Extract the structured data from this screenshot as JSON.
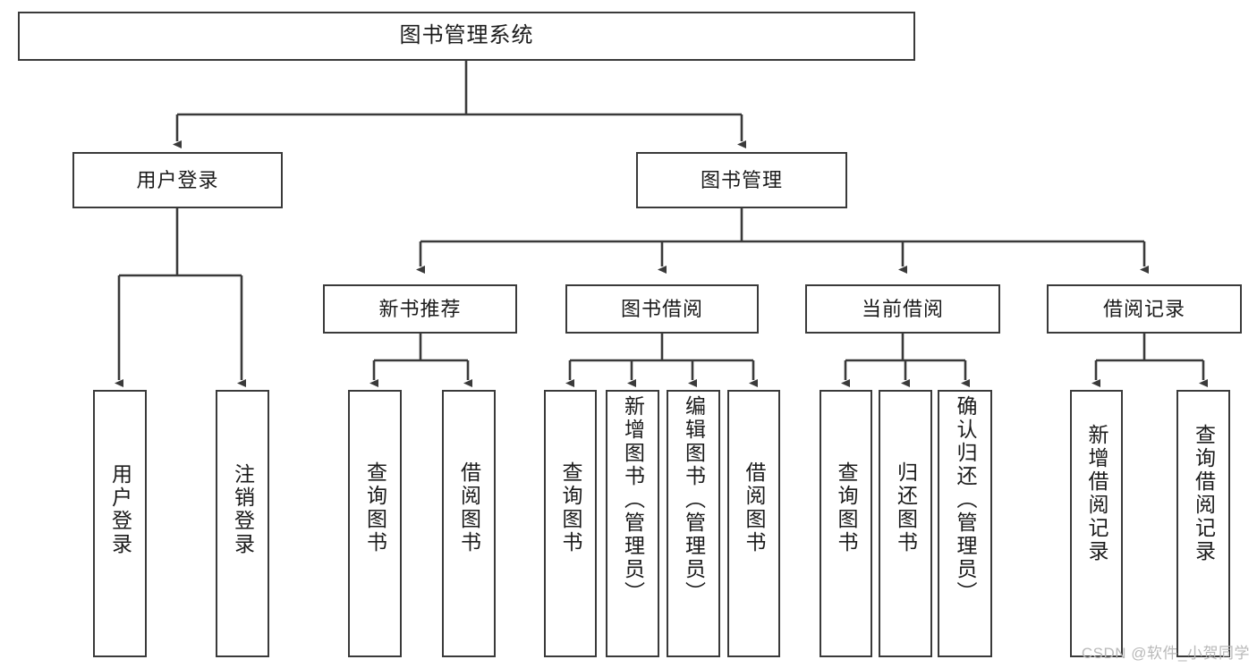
{
  "diagram": {
    "type": "tree-hierarchy",
    "title_node": {
      "id": "root",
      "label": "图书管理系统"
    },
    "level2": [
      {
        "id": "user-login",
        "label": "用户登录"
      },
      {
        "id": "book-management",
        "label": "图书管理"
      }
    ],
    "level3": [
      {
        "id": "new-book-recommend",
        "label": "新书推荐"
      },
      {
        "id": "book-borrow",
        "label": "图书借阅"
      },
      {
        "id": "current-borrow",
        "label": "当前借阅"
      },
      {
        "id": "borrow-record",
        "label": "借阅记录"
      }
    ],
    "leaves": {
      "user_login": [
        {
          "id": "leaf-user-login",
          "label": "用户登录"
        },
        {
          "id": "leaf-logout",
          "label": "注销登录"
        }
      ],
      "new_book_recommend": [
        {
          "id": "leaf-query-book-1",
          "label": "查询图书"
        },
        {
          "id": "leaf-borrow-book-1",
          "label": "借阅图书"
        }
      ],
      "book_borrow": [
        {
          "id": "leaf-query-book-2",
          "label": "查询图书"
        },
        {
          "id": "leaf-add-book",
          "label": "新增图书（管理员）"
        },
        {
          "id": "leaf-edit-book",
          "label": "编辑图书（管理员）"
        },
        {
          "id": "leaf-borrow-book-2",
          "label": "借阅图书"
        }
      ],
      "current_borrow": [
        {
          "id": "leaf-query-book-3",
          "label": "查询图书"
        },
        {
          "id": "leaf-return-book",
          "label": "归还图书"
        },
        {
          "id": "leaf-confirm-return",
          "label": "确认归还（管理员）"
        }
      ],
      "borrow_record": [
        {
          "id": "leaf-add-record",
          "label": "新增借阅记录"
        },
        {
          "id": "leaf-query-record",
          "label": "查询借阅记录"
        }
      ]
    },
    "watermark": "CSDN @软件_小贺同学",
    "colors": {
      "stroke": "#3a3a3a",
      "background": "#ffffff",
      "text": "#1b1b1b",
      "watermark": "#b9b9b9"
    }
  }
}
